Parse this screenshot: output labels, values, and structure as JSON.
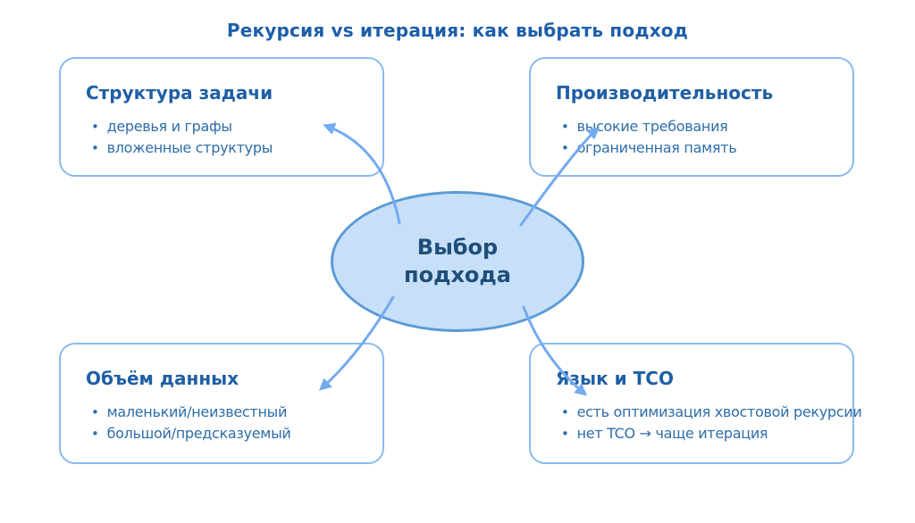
{
  "title": "Рекурсия vs итерация: как выбрать подход",
  "bullet_char": "•",
  "center": {
    "label": "Выбор подхода",
    "lines": [
      "Выбор",
      "подхода"
    ]
  },
  "cards": [
    {
      "id": "task-structure",
      "title": "Структура задачи",
      "bullets": [
        "деревья и графы",
        "вложенные структуры"
      ]
    },
    {
      "id": "performance",
      "title": "Производительность",
      "bullets": [
        "высокие требования",
        "ограниченная память"
      ]
    },
    {
      "id": "data-volume",
      "title": "Объём данных",
      "bullets": [
        "маленький/неизвестный",
        "большой/предсказуемый"
      ]
    },
    {
      "id": "language-tco",
      "title": "Язык и TCO",
      "bullets": [
        "есть оптимизация хвостовой рекурсии",
        "нет TCO → чаще итерация"
      ]
    }
  ],
  "connections": [
    {
      "from": "center",
      "to": "task-structure"
    },
    {
      "from": "center",
      "to": "performance"
    },
    {
      "from": "center",
      "to": "data-volume"
    },
    {
      "from": "center",
      "to": "language-tco"
    }
  ],
  "colors": {
    "title_text": "#1c5ea9",
    "card_title_text": "#1f5fa4",
    "body_text": "#2e6da8",
    "card_border": "#8abaec",
    "ellipse_fill": "#c7e0f8",
    "ellipse_border": "#5b9bd5",
    "ellipse_text": "#1f4e79",
    "arrow": "#74aaf0",
    "background": "#ffffff"
  }
}
